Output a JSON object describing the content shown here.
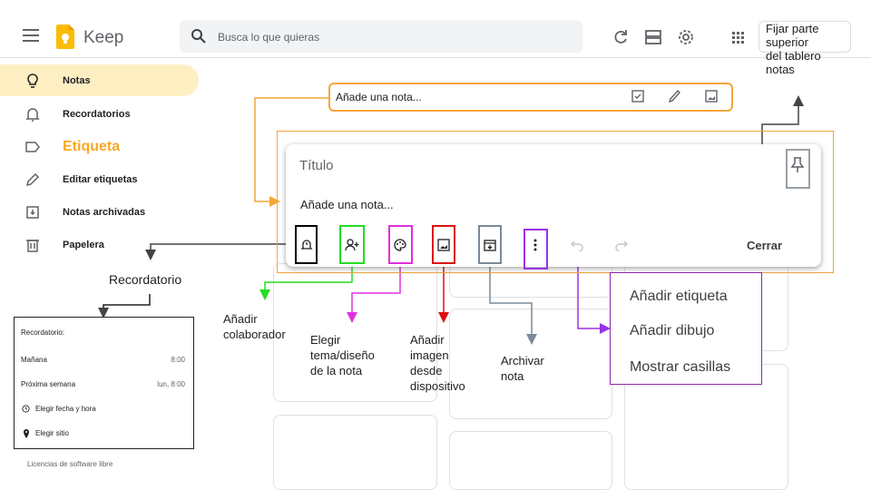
{
  "header": {
    "app_name": "Keep",
    "search_placeholder": "Busca lo que quieras",
    "icons": [
      "menu-icon",
      "keep-logo-icon",
      "search-icon",
      "refresh-icon",
      "list-view-icon",
      "settings-icon",
      "apps-grid-icon"
    ]
  },
  "pin_tooltip": {
    "line1": "Fijar parte",
    "line2": "superior",
    "line3": "del tablero",
    "line4": "notas"
  },
  "sidebar": {
    "items": [
      {
        "label": "Notas",
        "icon": "lightbulb-icon",
        "active": true
      },
      {
        "label": "Recordatorios",
        "icon": "bell-icon"
      },
      {
        "label": "Etiqueta",
        "icon": "label-icon"
      },
      {
        "label": "Editar etiquetas",
        "icon": "pencil-icon"
      },
      {
        "label": "Notas archivadas",
        "icon": "archive-icon"
      },
      {
        "label": "Papelera",
        "icon": "trash-icon"
      }
    ]
  },
  "note_bar": {
    "placeholder": "Añade una nota...",
    "icons": [
      "checkbox-icon",
      "brush-icon",
      "image-icon"
    ]
  },
  "expanded_note": {
    "title_placeholder": "Título",
    "body_placeholder": "Añade una nota...",
    "close_label": "Cerrar"
  },
  "callouts": {
    "reminder": "Recordatorio",
    "collaborator_1": "Añadir",
    "collaborator_2": "colaborador",
    "theme_1": "Elegir",
    "theme_2": "tema/diseño",
    "theme_3": "de la nota",
    "image_1": "Añadir",
    "image_2": "imagen",
    "image_3": "desde",
    "image_4": "dispositivo",
    "archive_1": "Archivar",
    "archive_2": "nota"
  },
  "more_menu": {
    "items": [
      "Añadir etiqueta",
      "Añadir dibujo",
      "Mostrar casillas"
    ]
  },
  "reminder_popup": {
    "title": "Recordatorio:",
    "tomorrow": "Mañana",
    "tomorrow_time": "8:00",
    "next_week": "Próxima semana",
    "next_week_time": "lun, 8:00",
    "pick_date": "Elegir fecha y hora",
    "pick_place": "Elegir sitio"
  },
  "footer": {
    "licenses": "Licencias de software libre"
  },
  "colors": {
    "accent_orange": "#f4a63a",
    "active_bg": "#feefc3",
    "reminder_box": "#000000",
    "collaborator_box": "#22dd22",
    "theme_box": "#e030e0",
    "image_box": "#dd1111",
    "archive_box": "#7a8a99",
    "more_box": "#9b30e8"
  }
}
